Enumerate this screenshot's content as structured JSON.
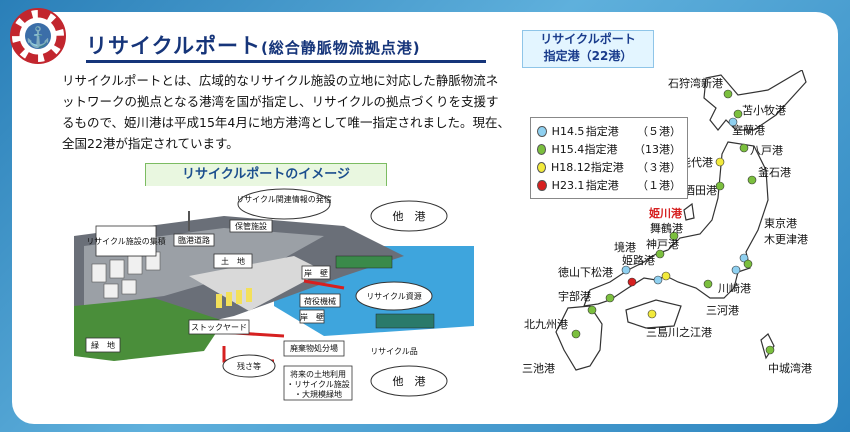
{
  "header": {
    "title": "リサイクルポート",
    "subtitle": "(総合静脈物流拠点港)"
  },
  "description": "リサイクルポートとは、広域的なリサイクル施設の立地に対応した静脈物流ネットワークの拠点となる港湾を国が指定し、リサイクルの拠点づくりを支援するもので、姫川港は平成15年4月に地方港湾として唯一指定されました。現在、全国22港が指定されています。",
  "illustration": {
    "banner": "リサイクルポートのイメージ",
    "labels": {
      "info": "リサイクル関連情報の発信",
      "other_port_top": "他　港",
      "other_port_bottom": "他　港",
      "collection": "リサイクル施設の集積",
      "road": "臨港道路",
      "storage": "保管施設",
      "wharf": "岸　壁",
      "land": "土　地",
      "handling": "荷役機械",
      "stockyard": "ストックヤード",
      "quay": "岸　壁",
      "green": "緑　地",
      "recycle_resource": "リサイクル資源",
      "recycle_product": "リサイクル品",
      "disposal": "廃棄物処分場",
      "residue": "残さ等",
      "future": [
        "将来の土地利用",
        "・リサイクル施設",
        "・大規模緑地"
      ]
    }
  },
  "map": {
    "title_lines": [
      "リサイクルポート",
      "指定港（22港）"
    ],
    "colors": {
      "H14_5": "#8fd0f0",
      "H15_4": "#7bbf3e",
      "H18_12": "#f2ea3c",
      "H23_1": "#d62020"
    },
    "legend": [
      {
        "era": "H14.5",
        "label": "指定港",
        "count": "（５港）",
        "color_key": "H14_5"
      },
      {
        "era": "H15.4",
        "label": "指定港",
        "count": "（13港）",
        "color_key": "H15_4"
      },
      {
        "era": "H18.12",
        "label": "指定港",
        "count": "（３港）",
        "color_key": "H18_12"
      },
      {
        "era": "H23.1",
        "label": "指定港",
        "count": "（１港）",
        "color_key": "H23_1"
      }
    ],
    "ports": {
      "ishikari": "石狩湾新港",
      "tomakomai": "苫小牧港",
      "muroran": "室蘭港",
      "hachinohe": "八戸港",
      "noshiro": "能代港",
      "kamaishi": "釜石港",
      "sakata": "酒田港",
      "himekawa": "姫川港",
      "tokyo": "東京港",
      "kisarazu": "木更津港",
      "maizuru": "舞鶴港",
      "kobe": "神戸港",
      "sakai": "境港",
      "himeji": "姫路港",
      "tokuyama": "徳山下松港",
      "kawasaki": "川崎港",
      "ube": "宇部港",
      "mikawa": "三河港",
      "kitakyushu": "北九州港",
      "mishima": "三島川之江港",
      "misumi": "三池港",
      "nakagusuku": "中城湾港"
    }
  }
}
